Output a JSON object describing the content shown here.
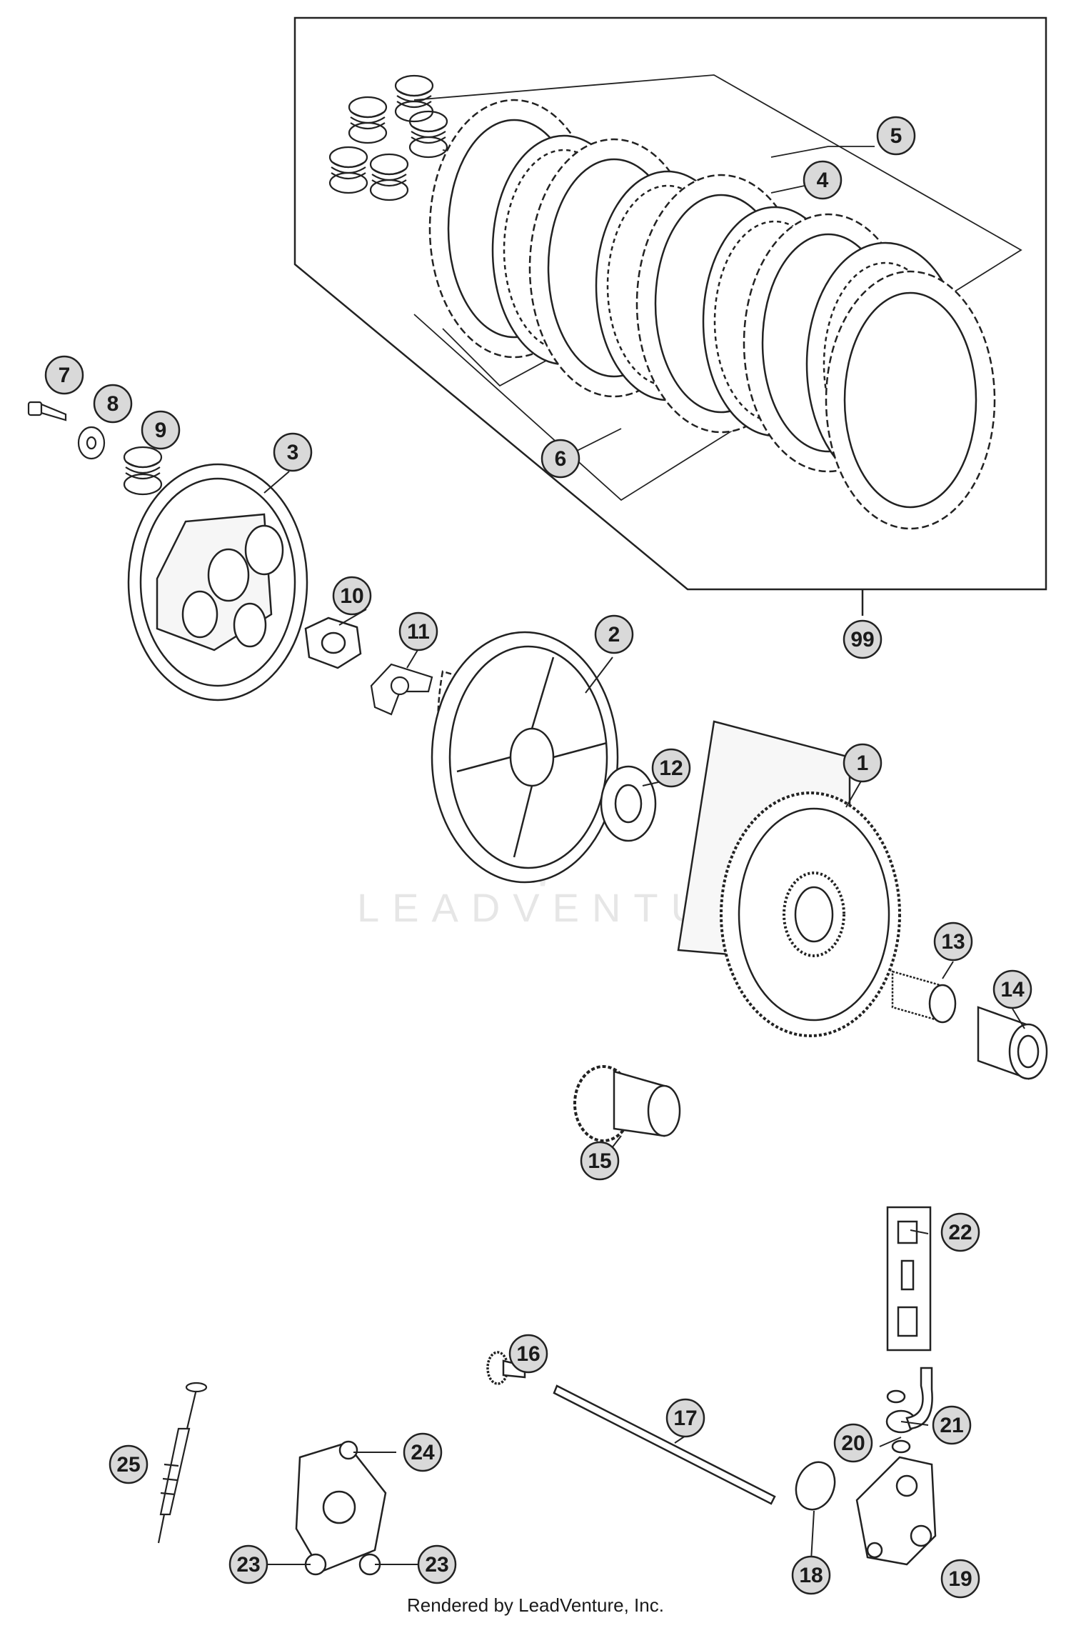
{
  "callouts": [
    {
      "id": "c1",
      "label": "1"
    },
    {
      "id": "c2",
      "label": "2"
    },
    {
      "id": "c3",
      "label": "3"
    },
    {
      "id": "c4",
      "label": "4"
    },
    {
      "id": "c5",
      "label": "5"
    },
    {
      "id": "c6",
      "label": "6"
    },
    {
      "id": "c7",
      "label": "7"
    },
    {
      "id": "c8",
      "label": "8"
    },
    {
      "id": "c9",
      "label": "9"
    },
    {
      "id": "c10",
      "label": "10"
    },
    {
      "id": "c11",
      "label": "11"
    },
    {
      "id": "c12",
      "label": "12"
    },
    {
      "id": "c13",
      "label": "13"
    },
    {
      "id": "c14",
      "label": "14"
    },
    {
      "id": "c15",
      "label": "15"
    },
    {
      "id": "c16",
      "label": "16"
    },
    {
      "id": "c17",
      "label": "17"
    },
    {
      "id": "c18",
      "label": "18"
    },
    {
      "id": "c19",
      "label": "19"
    },
    {
      "id": "c20",
      "label": "20"
    },
    {
      "id": "c21",
      "label": "21"
    },
    {
      "id": "c22",
      "label": "22"
    },
    {
      "id": "c23a",
      "label": "23"
    },
    {
      "id": "c23b",
      "label": "23"
    },
    {
      "id": "c24",
      "label": "24"
    },
    {
      "id": "c25",
      "label": "25"
    },
    {
      "id": "c99",
      "label": "99"
    }
  ],
  "watermark": "LEADVENTURE",
  "footer": "Rendered by LeadVenture, Inc."
}
